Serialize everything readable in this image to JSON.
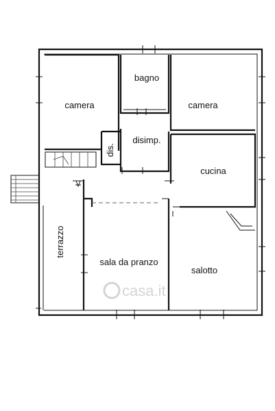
{
  "rooms": {
    "camera_left": "camera",
    "bagno": "bagno",
    "camera_right": "camera",
    "disimp": "disimp.",
    "dis": "dis.",
    "cucina": "cucina",
    "terrazzo": "terrazzo",
    "sala_da_pranzo": "sala da pranzo",
    "salotto": "salotto"
  },
  "watermark": {
    "text": "casa.it",
    "color": "#d4d4d4"
  }
}
